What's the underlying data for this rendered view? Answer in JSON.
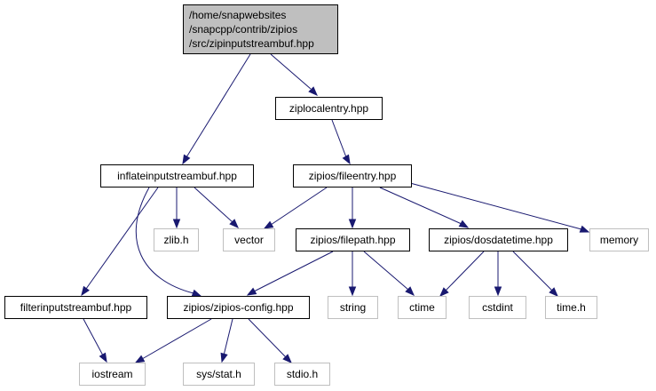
{
  "graph": {
    "nodes": {
      "main": {
        "lines": [
          "/home/snapwebsites",
          "/snapcpp/contrib/zipios",
          "/src/zipinputstreambuf.hpp"
        ]
      },
      "ziplocalentry": {
        "label": "ziplocalentry.hpp"
      },
      "inflateinputstreambuf": {
        "label": "inflateinputstreambuf.hpp"
      },
      "fileentry": {
        "label": "zipios/fileentry.hpp"
      },
      "zlib": {
        "label": "zlib.h"
      },
      "vector": {
        "label": "vector"
      },
      "filepath": {
        "label": "zipios/filepath.hpp"
      },
      "dosdatetime": {
        "label": "zipios/dosdatetime.hpp"
      },
      "memory": {
        "label": "memory"
      },
      "filterinputstreambuf": {
        "label": "filterinputstreambuf.hpp"
      },
      "zipiosconfig": {
        "label": "zipios/zipios-config.hpp"
      },
      "string": {
        "label": "string"
      },
      "ctime": {
        "label": "ctime"
      },
      "cstdint": {
        "label": "cstdint"
      },
      "timeh": {
        "label": "time.h"
      },
      "iostream": {
        "label": "iostream"
      },
      "sysstat": {
        "label": "sys/stat.h"
      },
      "stdio": {
        "label": "stdio.h"
      }
    },
    "edges": [
      [
        "main",
        "ziplocalentry"
      ],
      [
        "main",
        "inflateinputstreambuf"
      ],
      [
        "ziplocalentry",
        "fileentry"
      ],
      [
        "inflateinputstreambuf",
        "zlib"
      ],
      [
        "inflateinputstreambuf",
        "vector"
      ],
      [
        "inflateinputstreambuf",
        "filterinputstreambuf"
      ],
      [
        "inflateinputstreambuf",
        "zipiosconfig"
      ],
      [
        "fileentry",
        "vector"
      ],
      [
        "fileentry",
        "filepath"
      ],
      [
        "fileentry",
        "dosdatetime"
      ],
      [
        "fileentry",
        "memory"
      ],
      [
        "filepath",
        "zipiosconfig"
      ],
      [
        "filepath",
        "string"
      ],
      [
        "filepath",
        "ctime"
      ],
      [
        "dosdatetime",
        "ctime"
      ],
      [
        "dosdatetime",
        "cstdint"
      ],
      [
        "dosdatetime",
        "timeh"
      ],
      [
        "filterinputstreambuf",
        "iostream"
      ],
      [
        "zipiosconfig",
        "iostream"
      ],
      [
        "zipiosconfig",
        "sysstat"
      ],
      [
        "zipiosconfig",
        "stdio"
      ]
    ],
    "colors": {
      "edge": "#191970",
      "main_fill": "#bfbfbf",
      "documented_border": "#000000",
      "external_border": "#bfbfbf"
    }
  }
}
